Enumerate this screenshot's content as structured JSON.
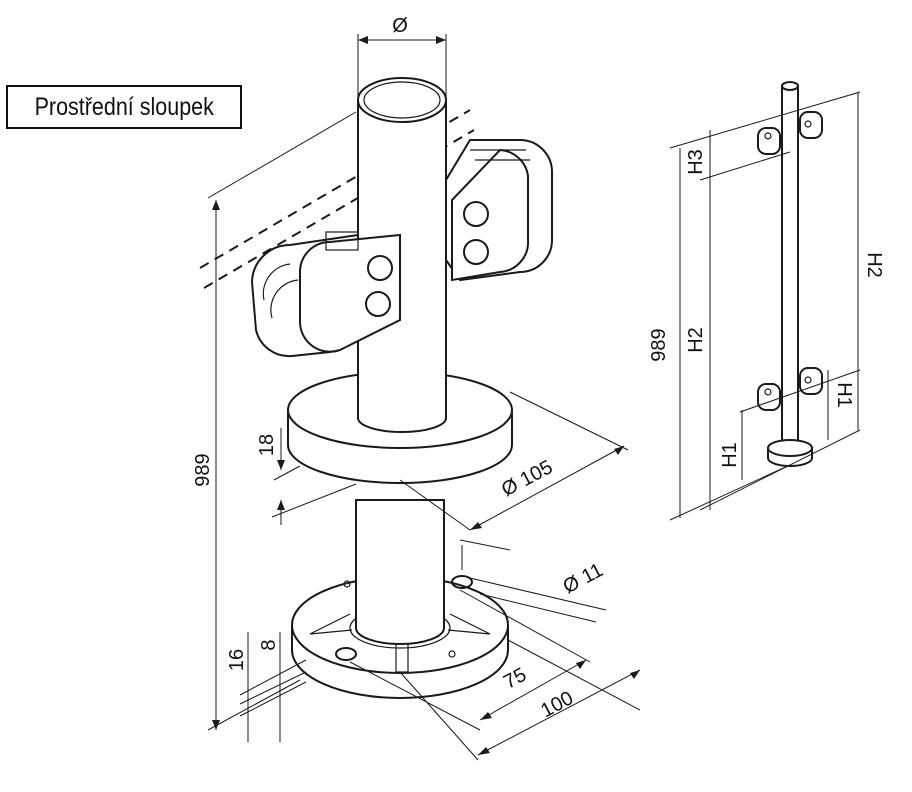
{
  "title": "Prostřední sloupek",
  "dimensions": {
    "diameter": "Ø",
    "base_height": "18",
    "base_diameter": "Ø 105",
    "hole_diameter": "Ø 11",
    "plate_height": "16",
    "plate_thickness": "8",
    "hole_spacing": "75",
    "plate_width": "100",
    "total_height": "989"
  },
  "side_view": {
    "total_height": "989",
    "h1_left": "H1",
    "h2_left": "H2",
    "h3_left": "H3",
    "h2_right": "H2",
    "h1_right": "H1"
  }
}
